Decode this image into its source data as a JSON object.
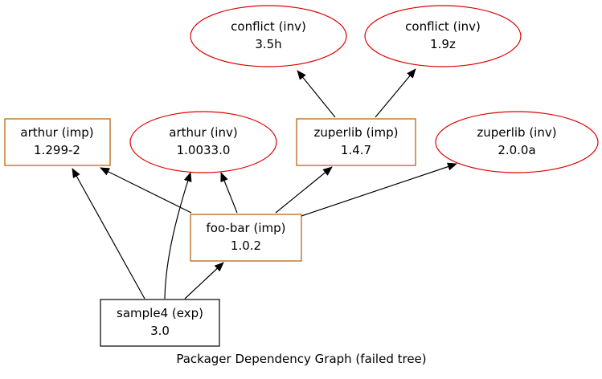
{
  "title": "Packager Dependency Graph (failed tree)",
  "colors": {
    "imp_border": "#b35900",
    "inv_border": "#e00000",
    "exp_border": "#000000",
    "edge": "#000000"
  },
  "nodes": {
    "conflict_35h": {
      "name": "conflict (inv)",
      "version": "3.5h",
      "kind": "inv"
    },
    "conflict_19z": {
      "name": "conflict (inv)",
      "version": "1.9z",
      "kind": "inv"
    },
    "arthur_imp": {
      "name": "arthur (imp)",
      "version": "1.299-2",
      "kind": "imp"
    },
    "arthur_inv": {
      "name": "arthur (inv)",
      "version": "1.0033.0",
      "kind": "inv"
    },
    "zuperlib_imp": {
      "name": "zuperlib (imp)",
      "version": "1.4.7",
      "kind": "imp"
    },
    "zuperlib_inv": {
      "name": "zuperlib (inv)",
      "version": "2.0.0a",
      "kind": "inv"
    },
    "foobar_imp": {
      "name": "foo-bar (imp)",
      "version": "1.0.2",
      "kind": "imp"
    },
    "sample4_exp": {
      "name": "sample4 (exp)",
      "version": "3.0",
      "kind": "exp"
    }
  },
  "edges": [
    {
      "from": "zuperlib_imp",
      "to": "conflict_35h"
    },
    {
      "from": "zuperlib_imp",
      "to": "conflict_19z"
    },
    {
      "from": "foobar_imp",
      "to": "arthur_imp"
    },
    {
      "from": "foobar_imp",
      "to": "arthur_inv"
    },
    {
      "from": "foobar_imp",
      "to": "zuperlib_imp"
    },
    {
      "from": "foobar_imp",
      "to": "zuperlib_inv"
    },
    {
      "from": "sample4_exp",
      "to": "arthur_imp"
    },
    {
      "from": "sample4_exp",
      "to": "arthur_inv"
    },
    {
      "from": "sample4_exp",
      "to": "foobar_imp"
    }
  ]
}
